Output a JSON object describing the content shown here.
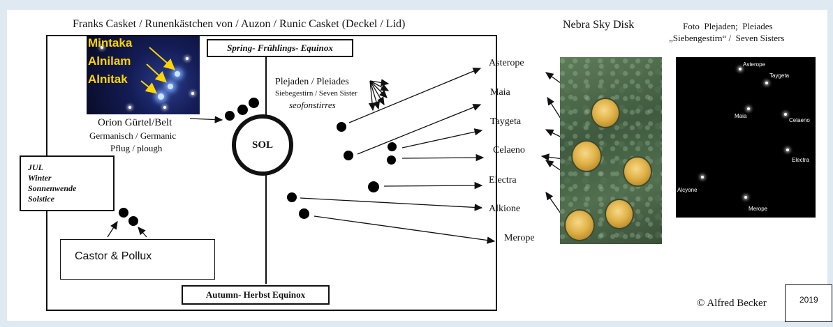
{
  "casket": {
    "title": "Franks Casket / Runenkästchen von / Auzon / Runic Casket (Deckel / Lid)",
    "spring_label": "Spring- Frühlings- Equinox",
    "autumn_label": "Autumn- Herbst Equinox",
    "sol_label": "SOL",
    "winter_label": [
      "JUL",
      "Winter",
      "Sonnenwende",
      "Solstice"
    ],
    "orion_photo_names": [
      "Mintaka",
      "Alnilam",
      "Alnitak"
    ],
    "orion_caption": [
      "Orion Gürtel/Belt",
      "Germanisch / Germanic",
      "Pflug / plough"
    ],
    "pleiades_caption": [
      "Plejaden / Pleiades",
      "Siebegestirn / Seven Sister",
      "seofonstirres"
    ],
    "castor_pollux": "Castor & Pollux"
  },
  "star_names": [
    "Asterope",
    "Maia",
    "Taygeta",
    "Celaeno",
    "Electra",
    "Alkione",
    "Merope"
  ],
  "nebra": {
    "title": "Nebra Sky Disk"
  },
  "photo": {
    "title": [
      "Foto  Plejaden;  Pleiades",
      "„Siebengestirn“ /  Seven Sisters"
    ],
    "labels": [
      "Asterope",
      "Taygeta",
      "Maia",
      "Celaeno",
      "Electra",
      "Alcyone",
      "Merope"
    ]
  },
  "copyright": "© Alfred Becker",
  "year": "2019"
}
